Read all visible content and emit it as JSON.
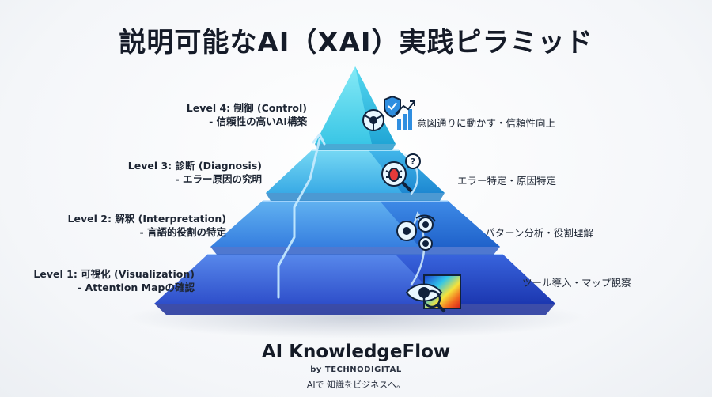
{
  "title": "説明可能なAI（XAI）実践ピラミッド",
  "levels": [
    {
      "name": "Level 4: 制御 (Control)",
      "desc": "- 信頼性の高いAI構築",
      "goal": "意図通りに動かす・信頼性向上",
      "icon": "steering-shield-growth-icon"
    },
    {
      "name": "Level 3: 診断 (Diagnosis)",
      "desc": "- エラー原因の究明",
      "goal": "エラー特定・原因特定",
      "icon": "bug-magnifier-icon"
    },
    {
      "name": "Level 2: 解釈 (Interpretation)",
      "desc": "- 言語的役割の特定",
      "goal": "パターン分析・役割理解",
      "icon": "gears-cycle-icon"
    },
    {
      "name": "Level 1: 可視化 (Visualization)",
      "desc": "- Attention Mapの確認",
      "goal": "ツール導入・マップ観察",
      "icon": "eye-heatmap-magnifier-icon"
    }
  ],
  "brand": {
    "name": "AI KnowledgeFlow",
    "by": "by TECHNODIGITAL",
    "tagline": "AIで 知識をビジネスへ。"
  },
  "colors": {
    "tier_top": "#3fd0ea",
    "tier_upper": "#2fa8e6",
    "tier_lower": "#2d7fdf",
    "tier_base": "#2451d2",
    "arrow": "#bfe7ff"
  }
}
